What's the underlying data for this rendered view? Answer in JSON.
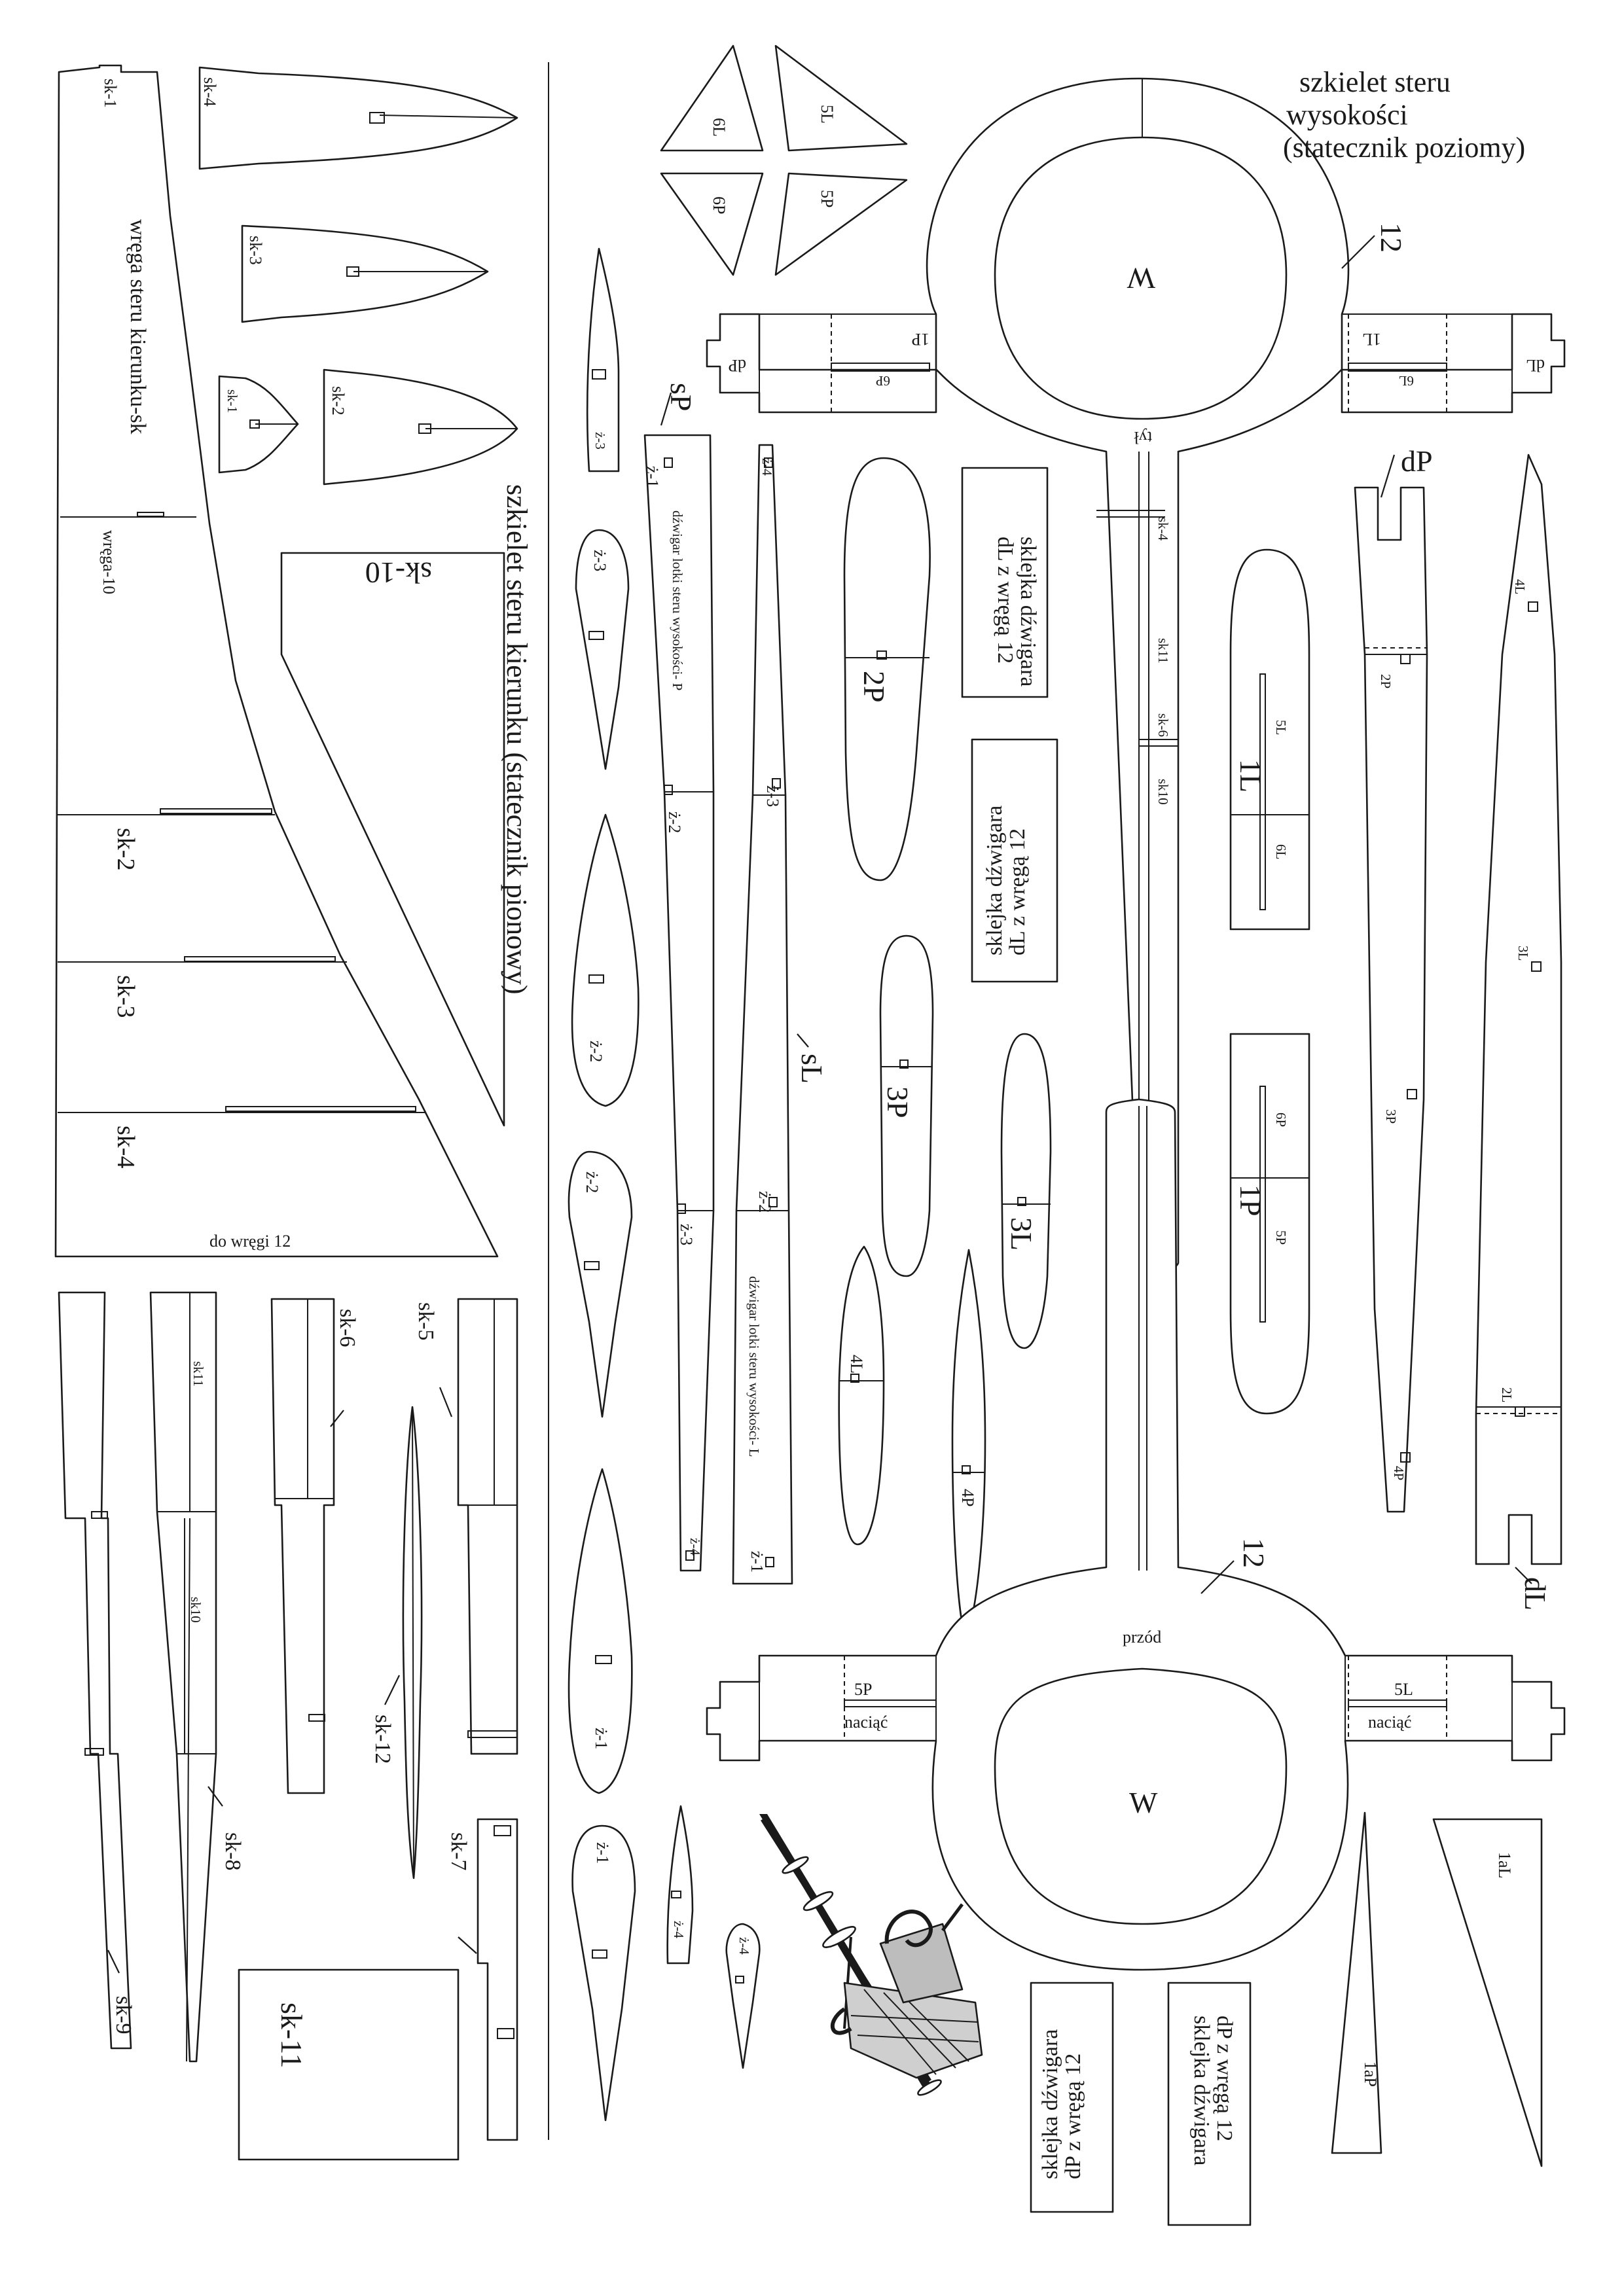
{
  "titles": {
    "stabilizer_horizontal": [
      "szkielet steru",
      "wysokości",
      "(statecznik poziomy)"
    ],
    "stabilizer_vertical": "szkielet steru kierunku (statecznik pionowy)",
    "rudder_ribs": "wręga steru kierunku-sk"
  },
  "labels": {
    "sk1": "sk-1",
    "sk2": "sk-2",
    "sk3": "sk-3",
    "sk4": "sk-4",
    "sk5": "sk-5",
    "sk6": "sk-6",
    "sk7": "sk-7",
    "sk8": "sk-8",
    "sk9": "sk-9",
    "sk10": "sk-10",
    "sk11": "sk-11",
    "sk12": "sk-12",
    "wrega10": "wręga-10",
    "do_wregi12": "do wręgi 12",
    "z1": "ż-1",
    "z2": "ż-2",
    "z3": "ż-3",
    "z4": "ż-4",
    "sP": "sP",
    "sL": "sL",
    "dP": "dP",
    "dL": "dL",
    "num12": "12",
    "p1": "1P",
    "p2": "2P",
    "p3": "3P",
    "p4": "4P",
    "p5": "5P",
    "p6": "6P",
    "l1": "1L",
    "l2": "2L",
    "l3": "3L",
    "l4": "4L",
    "l5": "5L",
    "l6": "6L",
    "laL": "1aL",
    "laP": "1aP",
    "W": "W",
    "tyl": "tył",
    "przod": "przód",
    "naciac": "naciąć",
    "spar_elevator_P": "dźwigar lotki steru wysokości- P",
    "spar_elevator_L": "dźwigar lotki steru wysokości- L",
    "sklejka_dL": [
      "sklejka dźwigara",
      "dL z wręgą 12"
    ],
    "sklejka_dP": [
      "sklejka dźwigara",
      "dP z wręgą 12"
    ],
    "sk11_small": "sk11",
    "sk10_small": "sk10",
    "sk6_small": "sk-6",
    "sk4_small": "sk-4"
  }
}
